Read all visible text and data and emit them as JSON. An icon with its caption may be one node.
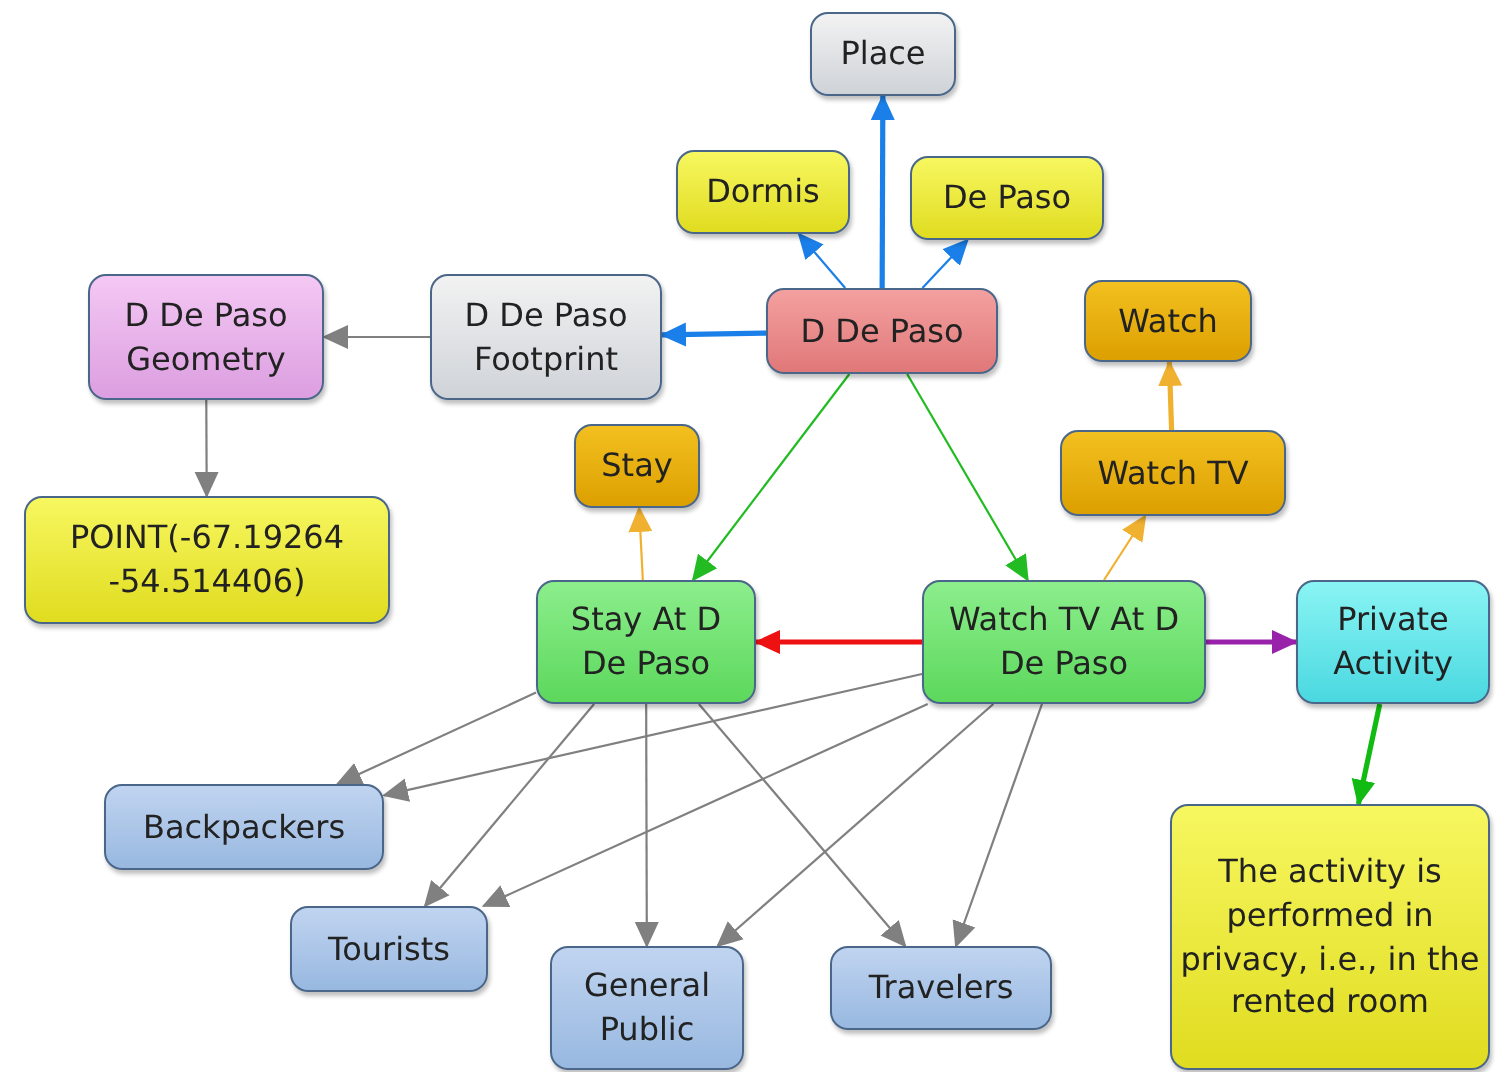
{
  "diagram": {
    "nodes": [
      {
        "text": [
          "Place"
        ]
      },
      {
        "text": [
          "Dormis"
        ]
      },
      {
        "text": [
          "De Paso"
        ]
      },
      {
        "text": [
          "D De Paso Footprint"
        ]
      },
      {
        "text": [
          "D De Paso"
        ]
      },
      {
        "text": [
          "D De Paso Geometry"
        ]
      },
      {
        "text": [
          "Watch"
        ]
      },
      {
        "text": [
          "POINT(-67.19264 -54.514406)"
        ]
      },
      {
        "text": [
          "Stay"
        ]
      },
      {
        "text": [
          "Watch TV"
        ]
      },
      {
        "text": [
          "Stay At D De Paso"
        ]
      },
      {
        "text": [
          "Watch TV At D De Paso"
        ]
      },
      {
        "text": [
          "Private Activity"
        ]
      },
      {
        "text": [
          "Backpackers"
        ]
      },
      {
        "text": [
          "Tourists"
        ]
      },
      {
        "text": [
          "General Public"
        ]
      },
      {
        "text": [
          "Travelers"
        ]
      },
      {
        "text": [
          "The activity is performed in privacy, i.e., in the rented room"
        ]
      }
    ],
    "edges": [
      {
        "from": 4,
        "to": 0,
        "arrow": "to",
        "style": "thick",
        "color": "#1a7fe8"
      },
      {
        "from": 4,
        "to": 1,
        "arrow": "to",
        "color": "#1a7fe8"
      },
      {
        "from": 4,
        "to": 2,
        "arrow": "to",
        "color": "#1a7fe8"
      },
      {
        "from": 4,
        "to": 3,
        "arrow": "to",
        "style": "thick",
        "color": "#1a7fe8"
      },
      {
        "from": 3,
        "to": 5,
        "arrow": "to"
      },
      {
        "from": 5,
        "to": 7,
        "arrow": "to"
      },
      {
        "from": 4,
        "to": 10,
        "arrow": "to",
        "color": "#22bb22"
      },
      {
        "from": 4,
        "to": 11,
        "arrow": "to",
        "color": "#22bb22"
      },
      {
        "from": 10,
        "to": 8,
        "arrow": "to",
        "color": "#f0b030"
      },
      {
        "from": 11,
        "to": 9,
        "arrow": "to",
        "color": "#f0b030"
      },
      {
        "from": 9,
        "to": 6,
        "arrow": "to",
        "style": "thick",
        "color": "#f0b030"
      },
      {
        "from": 11,
        "to": 10,
        "arrow": "to",
        "style": "thick",
        "color": "#ee1111"
      },
      {
        "from": 11,
        "to": 12,
        "arrow": "to",
        "style": "thick",
        "color": "#9922aa"
      },
      {
        "from": 12,
        "to": 17,
        "arrow": "to",
        "style": "thick",
        "color": "#11bb11"
      },
      {
        "from": 10,
        "to": 13,
        "arrow": "to"
      },
      {
        "from": 10,
        "to": 14,
        "arrow": "to"
      },
      {
        "from": 10,
        "to": 15,
        "arrow": "to"
      },
      {
        "from": 10,
        "to": 16,
        "arrow": "to"
      },
      {
        "from": 11,
        "to": 13,
        "arrow": "to"
      },
      {
        "from": 11,
        "to": 14,
        "arrow": "to"
      },
      {
        "from": 11,
        "to": 15,
        "arrow": "to"
      },
      {
        "from": 11,
        "to": 16,
        "arrow": "to"
      }
    ]
  }
}
